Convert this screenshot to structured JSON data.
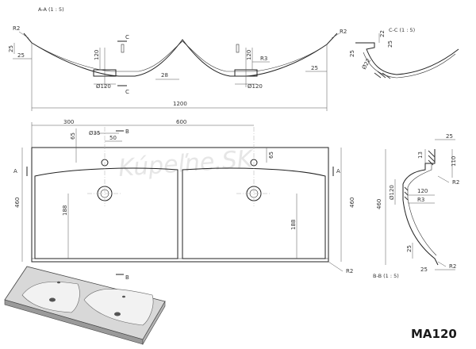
{
  "section_aa": {
    "header": "A-A  (1 : 5)",
    "dims": {
      "r2_left": "R2",
      "r2_right": "R2",
      "d25_left_top": "25",
      "d25_left_bottom": "25",
      "d120_vertical_left": "120",
      "d120_vertical_right": "120",
      "dia120_left": "Ø120",
      "dia120_right": "Ø120",
      "d28": "28",
      "r3": "R3",
      "d25_right": "25",
      "total_width": "1200"
    },
    "cut_label_top": "C",
    "cut_label_bottom": "C"
  },
  "section_cc": {
    "header": "C-C  (1 : 5)",
    "dims": {
      "d22": "22",
      "d25_a": "25",
      "d25_b": "25",
      "dia22": "Ø22"
    }
  },
  "plan_view": {
    "dims": {
      "d300": "300",
      "d600": "600",
      "dia35": "Ø35",
      "d50": "50",
      "d65_left": "65",
      "d65_right": "65",
      "d460_left": "460",
      "d460_right": "460",
      "d188_left": "188",
      "d188_right": "188",
      "r2": "R2"
    },
    "cut_a_left": "A",
    "cut_a_right": "A",
    "cut_b_top": "B",
    "cut_b_bottom": "B",
    "watermark": "Kúpeľne.SK"
  },
  "section_bb": {
    "header": "B-B  (1 : 5)",
    "dims": {
      "d25_top": "25",
      "d13": "13",
      "d110": "110",
      "r2_top": "R2",
      "d460": "460",
      "dia120": "Ø120",
      "d120": "120",
      "r3": "R3",
      "d25_left": "25",
      "d25_bottom": "25",
      "r2_bottom": "R2"
    }
  },
  "model": "MA120"
}
